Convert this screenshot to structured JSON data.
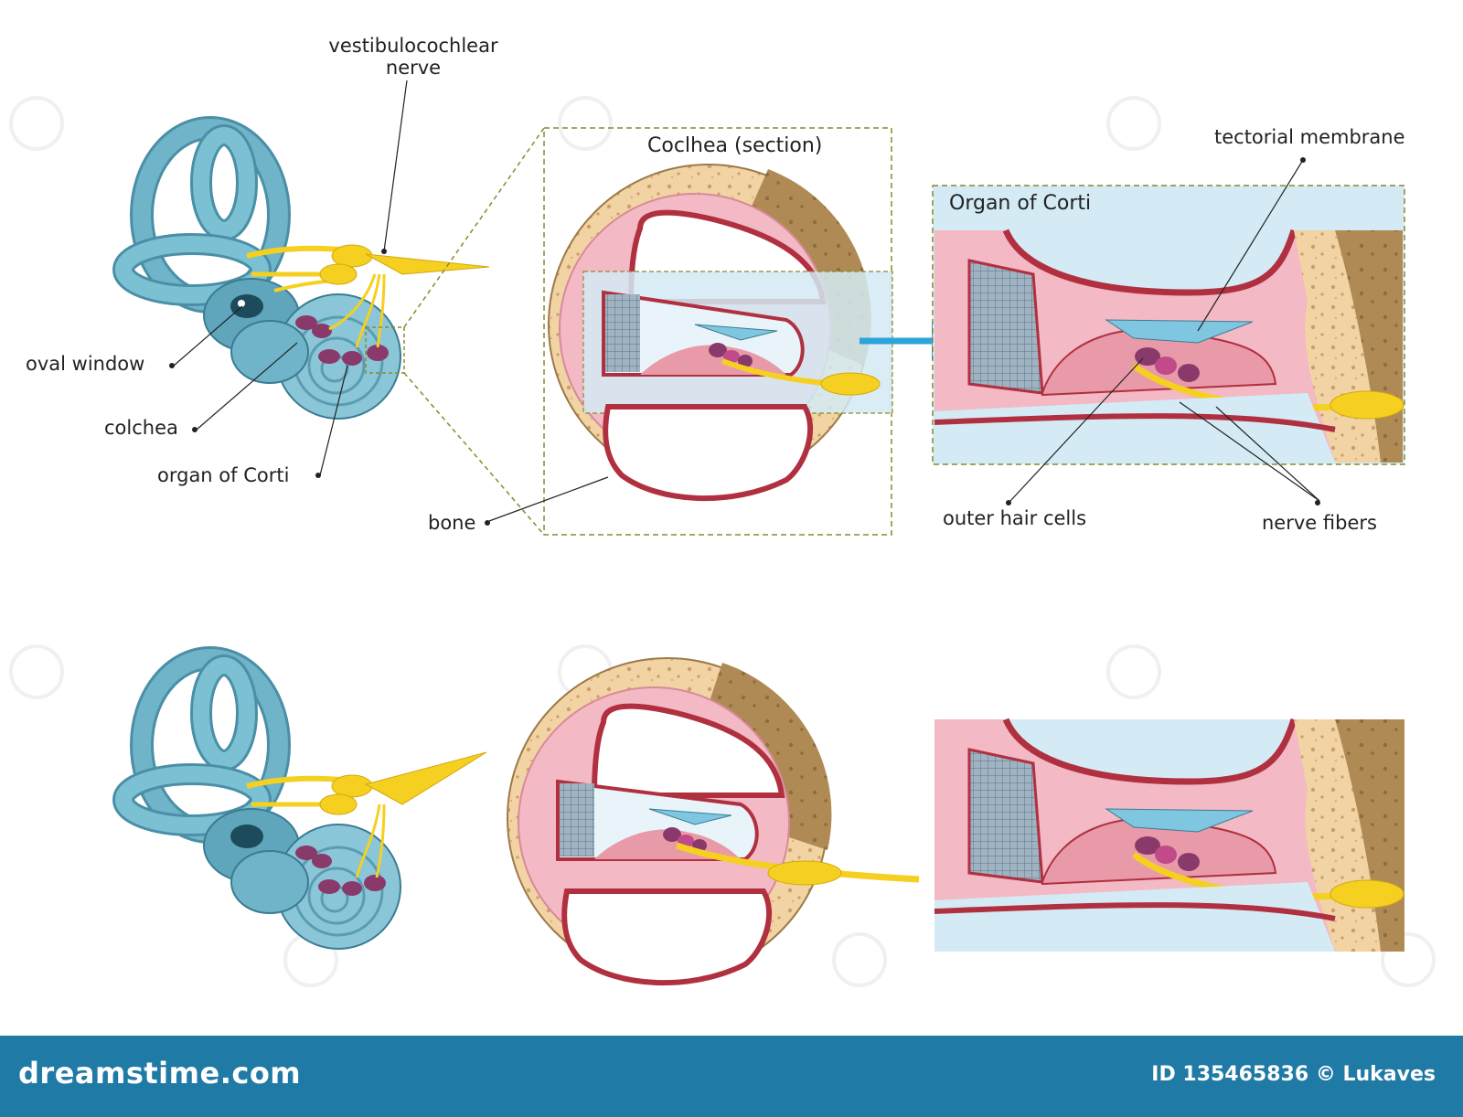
{
  "labels": {
    "vestibulocochlear_nerve_line1": "vestibulocochlear",
    "vestibulocochlear_nerve_line2": "nerve",
    "oval_window": "oval window",
    "colchea": "colchea",
    "organ_of_corti": "organ of Corti",
    "bone": "bone",
    "tectorial_membrane": "tectorial membrane",
    "outer_hair_cells": "outer hair cells",
    "nerve_fibers": "nerve fibers"
  },
  "boxes": {
    "cochlea_section_title": "Coclhea (section)",
    "organ_of_corti_title": "Organ of Corti"
  },
  "footer": {
    "brand": "dreamstime.com",
    "credit": "ID 135465836 © Lukaves"
  },
  "colors": {
    "labyrinth_blue": "#6fb4c8",
    "nerve_yellow": "#f5d020",
    "bone_tan": "#f2d3a4",
    "bone_brown": "#b08a55",
    "tissue_pink": "#f3b9c4",
    "duct_red": "#b03040",
    "fluid_blue": "#d4eaf5",
    "hair_cell_purple": "#8a3a6a",
    "footer_blue": "#1f7aa6",
    "arrow_blue": "#2ba3db"
  }
}
